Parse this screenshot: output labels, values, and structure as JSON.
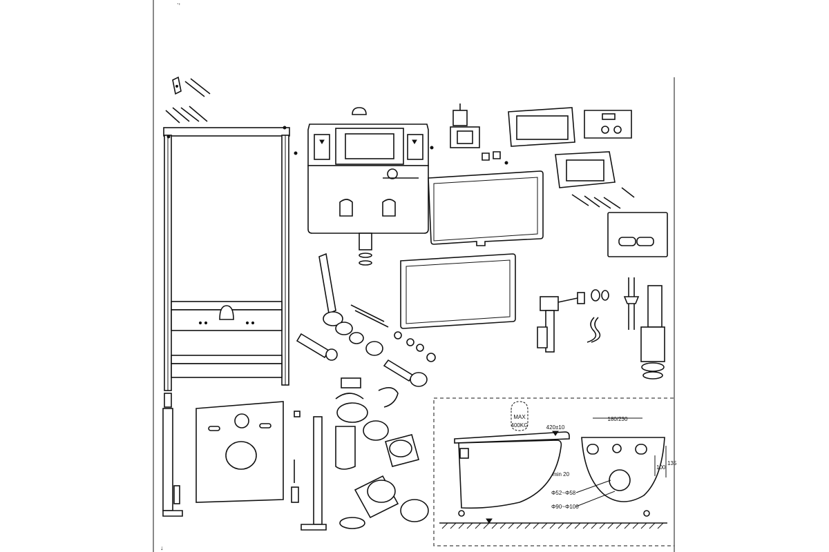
{
  "corner_mark_top": ".,",
  "corner_mark_bottom": "↓",
  "dimension_panel": {
    "max_label": "MAX",
    "load_label": "400KG",
    "height_label": "420±10",
    "width_label": "180/230",
    "dim_135": "135",
    "dim_100": "100",
    "min_label": "min 20",
    "dn_small": "Φ52~Φ58",
    "dn_large": "Φ90~Φ100"
  }
}
